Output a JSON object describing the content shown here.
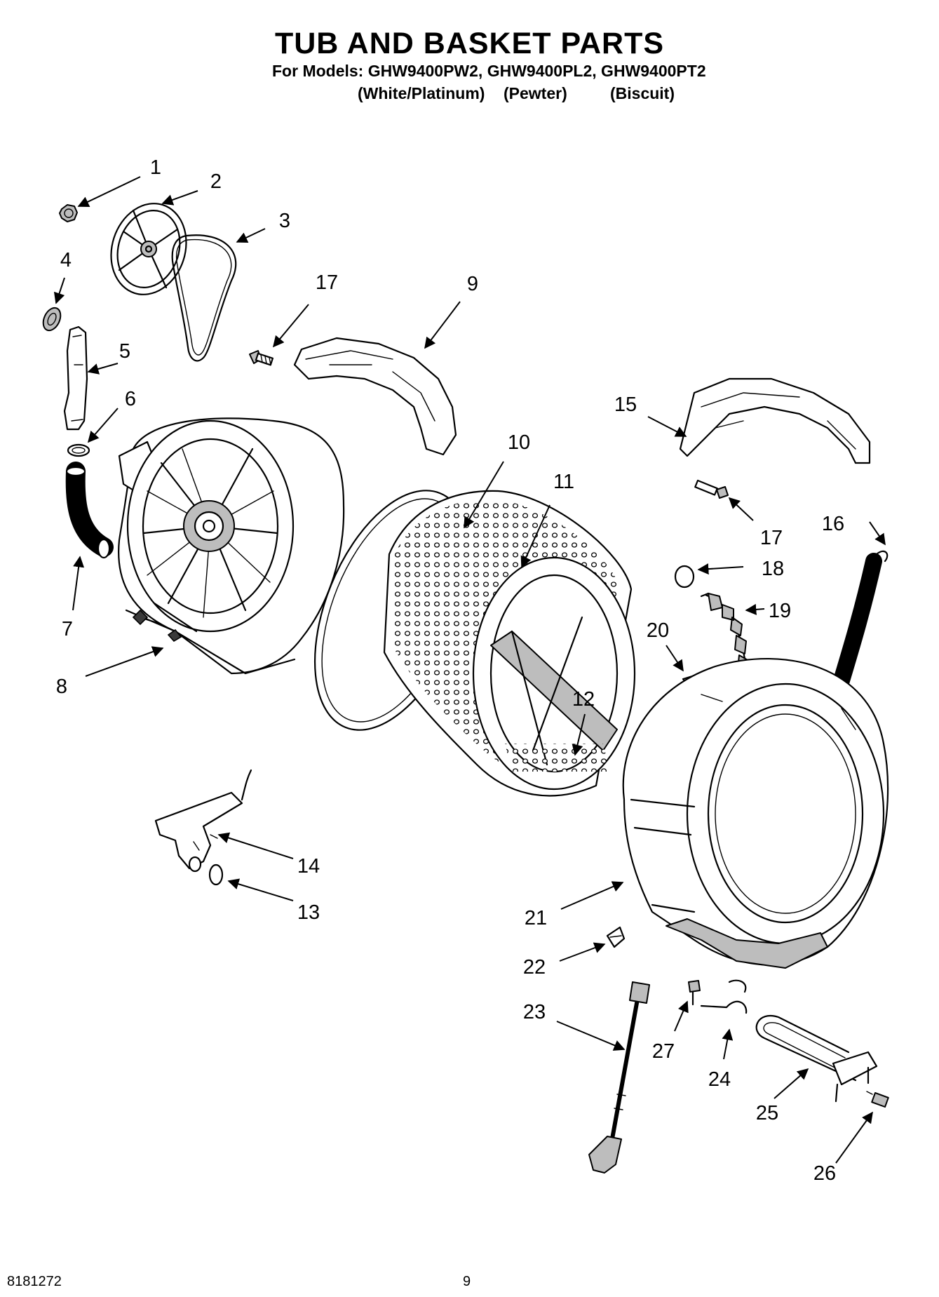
{
  "header": {
    "title": "TUB AND BASKET PARTS",
    "models_line": "For Models: GHW9400PW2, GHW9400PL2, GHW9400PT2",
    "variants": [
      "(White/Platinum)",
      "(Pewter)",
      "(Biscuit)"
    ]
  },
  "callouts": [
    "1",
    "2",
    "3",
    "4",
    "5",
    "6",
    "7",
    "8",
    "9",
    "10",
    "11",
    "12",
    "13",
    "14",
    "15",
    "16",
    "17",
    "17",
    "18",
    "19",
    "20",
    "21",
    "22",
    "23",
    "24",
    "25",
    "26",
    "27"
  ],
  "footer": {
    "document_number": "8181272",
    "page_number": "9"
  }
}
